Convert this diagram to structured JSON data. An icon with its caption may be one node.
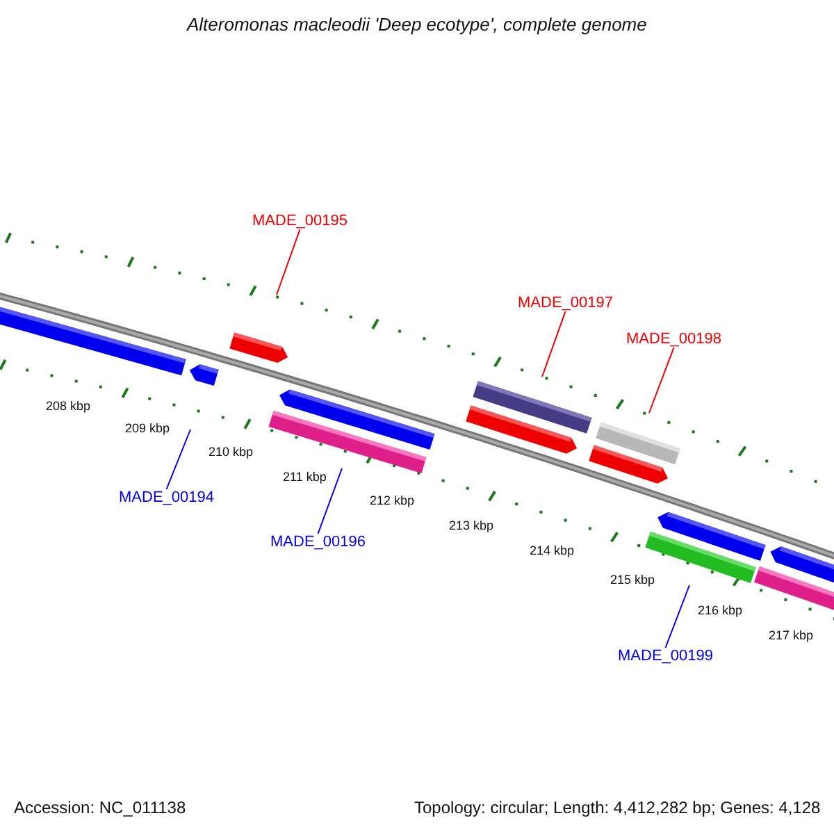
{
  "diagram": {
    "title": "Alteromonas macleodii 'Deep ecotype', complete genome",
    "nodes": [
      {
        "text": [
          "MADE_00195"
        ]
      },
      {
        "text": [
          "MADE_00197"
        ]
      },
      {
        "text": [
          "MADE_00198"
        ]
      },
      {
        "text": [
          "MADE_00194"
        ]
      },
      {
        "text": [
          "MADE_00196"
        ]
      },
      {
        "text": [
          "MADE_00199"
        ]
      }
    ],
    "edges": [
      {
        "from": 0,
        "to": null,
        "arrow": "none",
        "color": "#ee0000"
      },
      {
        "from": 1,
        "to": null,
        "arrow": "none",
        "color": "#ee0000"
      },
      {
        "from": 2,
        "to": null,
        "arrow": "none",
        "color": "#ee0000"
      },
      {
        "from": 3,
        "to": null,
        "arrow": "none",
        "color": "#0000ee"
      },
      {
        "from": 4,
        "to": null,
        "arrow": "none",
        "color": "#0000ee"
      },
      {
        "from": 5,
        "to": null,
        "arrow": "none",
        "color": "#0000ee"
      }
    ],
    "labels": [
      "208 kbp",
      "209 kbp",
      "210 kbp",
      "211 kbp",
      "212 kbp",
      "213 kbp",
      "214 kbp",
      "215 kbp",
      "216 kbp",
      "217 kbp",
      "Accession: NC_011138",
      "Topology: circular; Length: 4,412,282 bp; Genes: 4,128"
    ]
  }
}
